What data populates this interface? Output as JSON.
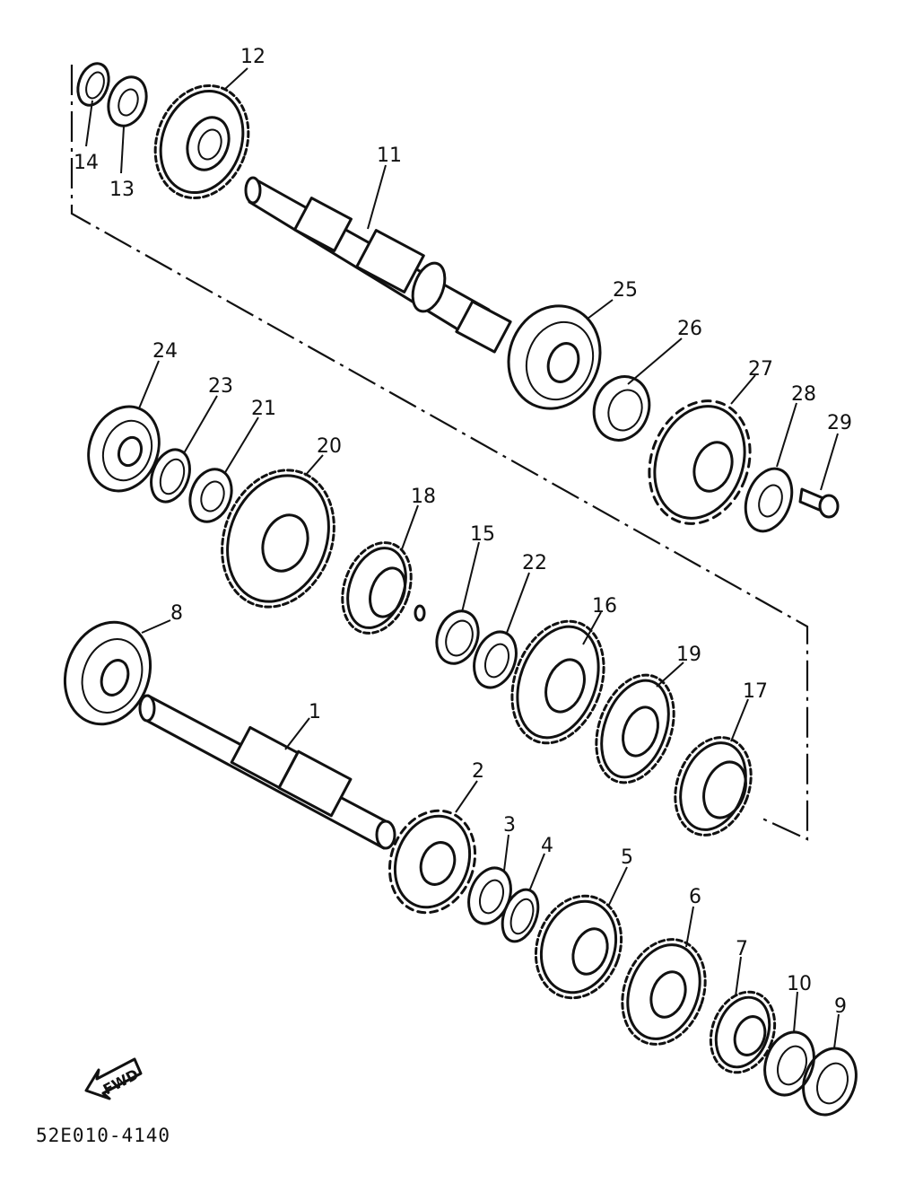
{
  "diagram": {
    "code": "52E010-4140",
    "direction_label": "FWD",
    "callouts": {
      "p1": "1",
      "p2": "2",
      "p3": "3",
      "p4": "4",
      "p5": "5",
      "p6": "6",
      "p7": "7",
      "p8": "8",
      "p9": "9",
      "p10": "10",
      "p11": "11",
      "p12": "12",
      "p13": "13",
      "p14": "14",
      "p15": "15",
      "p16": "16",
      "p17": "17",
      "p18": "18",
      "p19": "19",
      "p20": "20",
      "p21": "21",
      "p22": "22",
      "p23": "23",
      "p24": "24",
      "p25": "25",
      "p26": "26",
      "p27": "27",
      "p28": "28",
      "p29": "29"
    }
  }
}
